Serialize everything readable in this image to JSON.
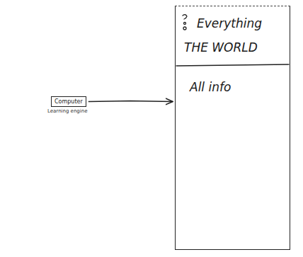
{
  "diagram": {
    "nodes": [
      {
        "text": [
          "Computer",
          "Learning engine"
        ]
      },
      {
        "text": [
          "Everything",
          "THE WORLD",
          "All info"
        ]
      }
    ],
    "edges": [
      {
        "from": 0,
        "to": 1,
        "arrow": "to"
      }
    ]
  }
}
